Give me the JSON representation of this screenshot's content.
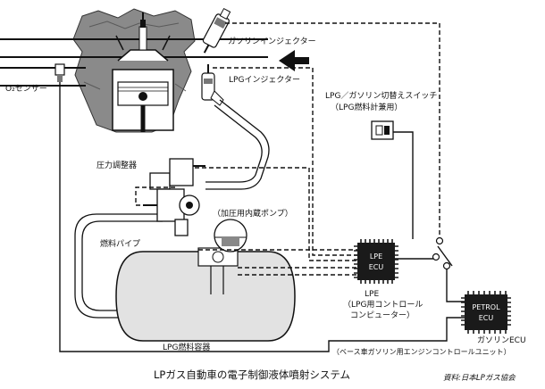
{
  "labels": {
    "gasoline_injector": "ガソリンインジェクター",
    "lpg_injector": "LPGインジェクター",
    "o2_sensor": "O₂センサー",
    "switch_line1": "LPG／ガソリン切替えスイッチ",
    "switch_line2": "（LPG燃料計兼用）",
    "pressure_regulator": "圧力調整器",
    "pump": "（加圧用内蔵ポンプ）",
    "fuel_pipe": "燃料パイプ",
    "lpe_ecu_line1": "LPE",
    "lpe_ecu_line2": "ECU",
    "lpe_line1": "LPE",
    "lpe_line2": "（LPG用コントロール",
    "lpe_line3": "コンピューター）",
    "petrol_ecu_line1": "PETROL",
    "petrol_ecu_line2": "ECU",
    "gasoline_ecu": "ガソリンECU",
    "gasoline_ecu_desc": "（ベース車ガソリン用エンジンコントロールユニット）",
    "lpg_tank": "LPG燃料容器"
  },
  "caption": "LPガス自動車の電子制御液体噴射システム",
  "source": "資料:日本LPガス協会",
  "colors": {
    "ink": "#111111",
    "engine_gray": "#8a8a8a",
    "tank_gray": "#e2e2e2",
    "ecu_fill": "#1a1a1a"
  }
}
